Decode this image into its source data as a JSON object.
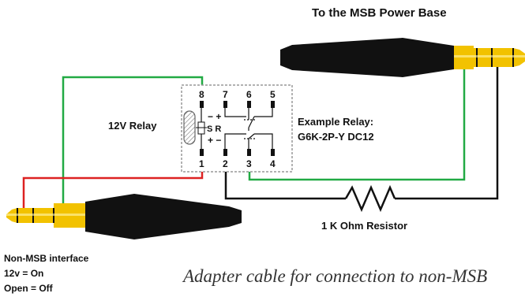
{
  "labels": {
    "top_label": "To the MSB Power Base",
    "relay": "12V Relay",
    "example_line1": "Example Relay:",
    "example_line2": "G6K-2P-Y DC12",
    "resistor": "1 K Ohm Resistor",
    "note_line1": "Non-MSB interface",
    "note_line2": "12v = On",
    "note_line3": "Open = Off",
    "caption": "Adapter cable for connection to non-MSB"
  },
  "relay_pins": {
    "top": [
      "8",
      "7",
      "6",
      "5"
    ],
    "bottom": [
      "1",
      "2",
      "3",
      "4"
    ],
    "coil_letters": "S R",
    "coil_signs_top": "− +",
    "coil_signs_bottom": "+ −"
  },
  "colors": {
    "wire_green": "#22aa44",
    "wire_red": "#dd2222",
    "wire_black": "#111111",
    "plug_gold": "#f2c200",
    "plug_body": "#111111",
    "relay_border": "#999999"
  }
}
